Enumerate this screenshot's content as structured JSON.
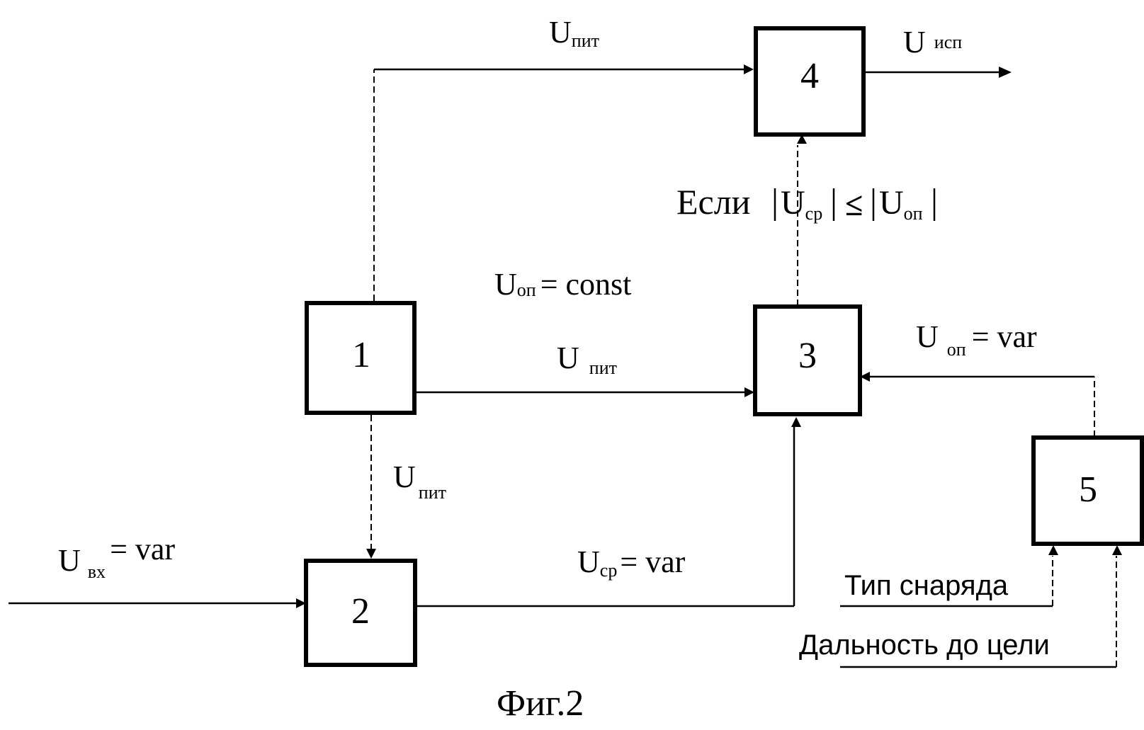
{
  "blocks": [
    {
      "id": "1",
      "label": "1"
    },
    {
      "id": "2",
      "label": "2"
    },
    {
      "id": "3",
      "label": "3"
    },
    {
      "id": "4",
      "label": "4"
    },
    {
      "id": "5",
      "label": "5"
    }
  ],
  "labels": {
    "u_pit_top": {
      "main": "U",
      "sub": "пит"
    },
    "u_isp": {
      "main": "U",
      "sub": "исп"
    },
    "condition": {
      "prefix": "Если",
      "u1_main": "U",
      "u1_sub": "ср",
      "op": "≤",
      "u2_main": "U",
      "u2_sub": "оп"
    },
    "u_op_const": {
      "main": "U",
      "sub": "оп",
      "rest": "= const"
    },
    "u_pit_mid": {
      "main": "U",
      "sub": "пит"
    },
    "u_op_var": {
      "main": "U",
      "sub": "оп",
      "rest": "= var"
    },
    "u_pit_down": {
      "main": "U",
      "sub": "пит"
    },
    "u_vx": {
      "main": "U",
      "sub": "вх",
      "rest": "= var"
    },
    "u_sr": {
      "main": "U",
      "sub": "ср",
      "rest": "= var"
    },
    "projectile_type": "Тип снаряда",
    "target_range": "Дальность до цели"
  },
  "caption": "Фиг.2"
}
